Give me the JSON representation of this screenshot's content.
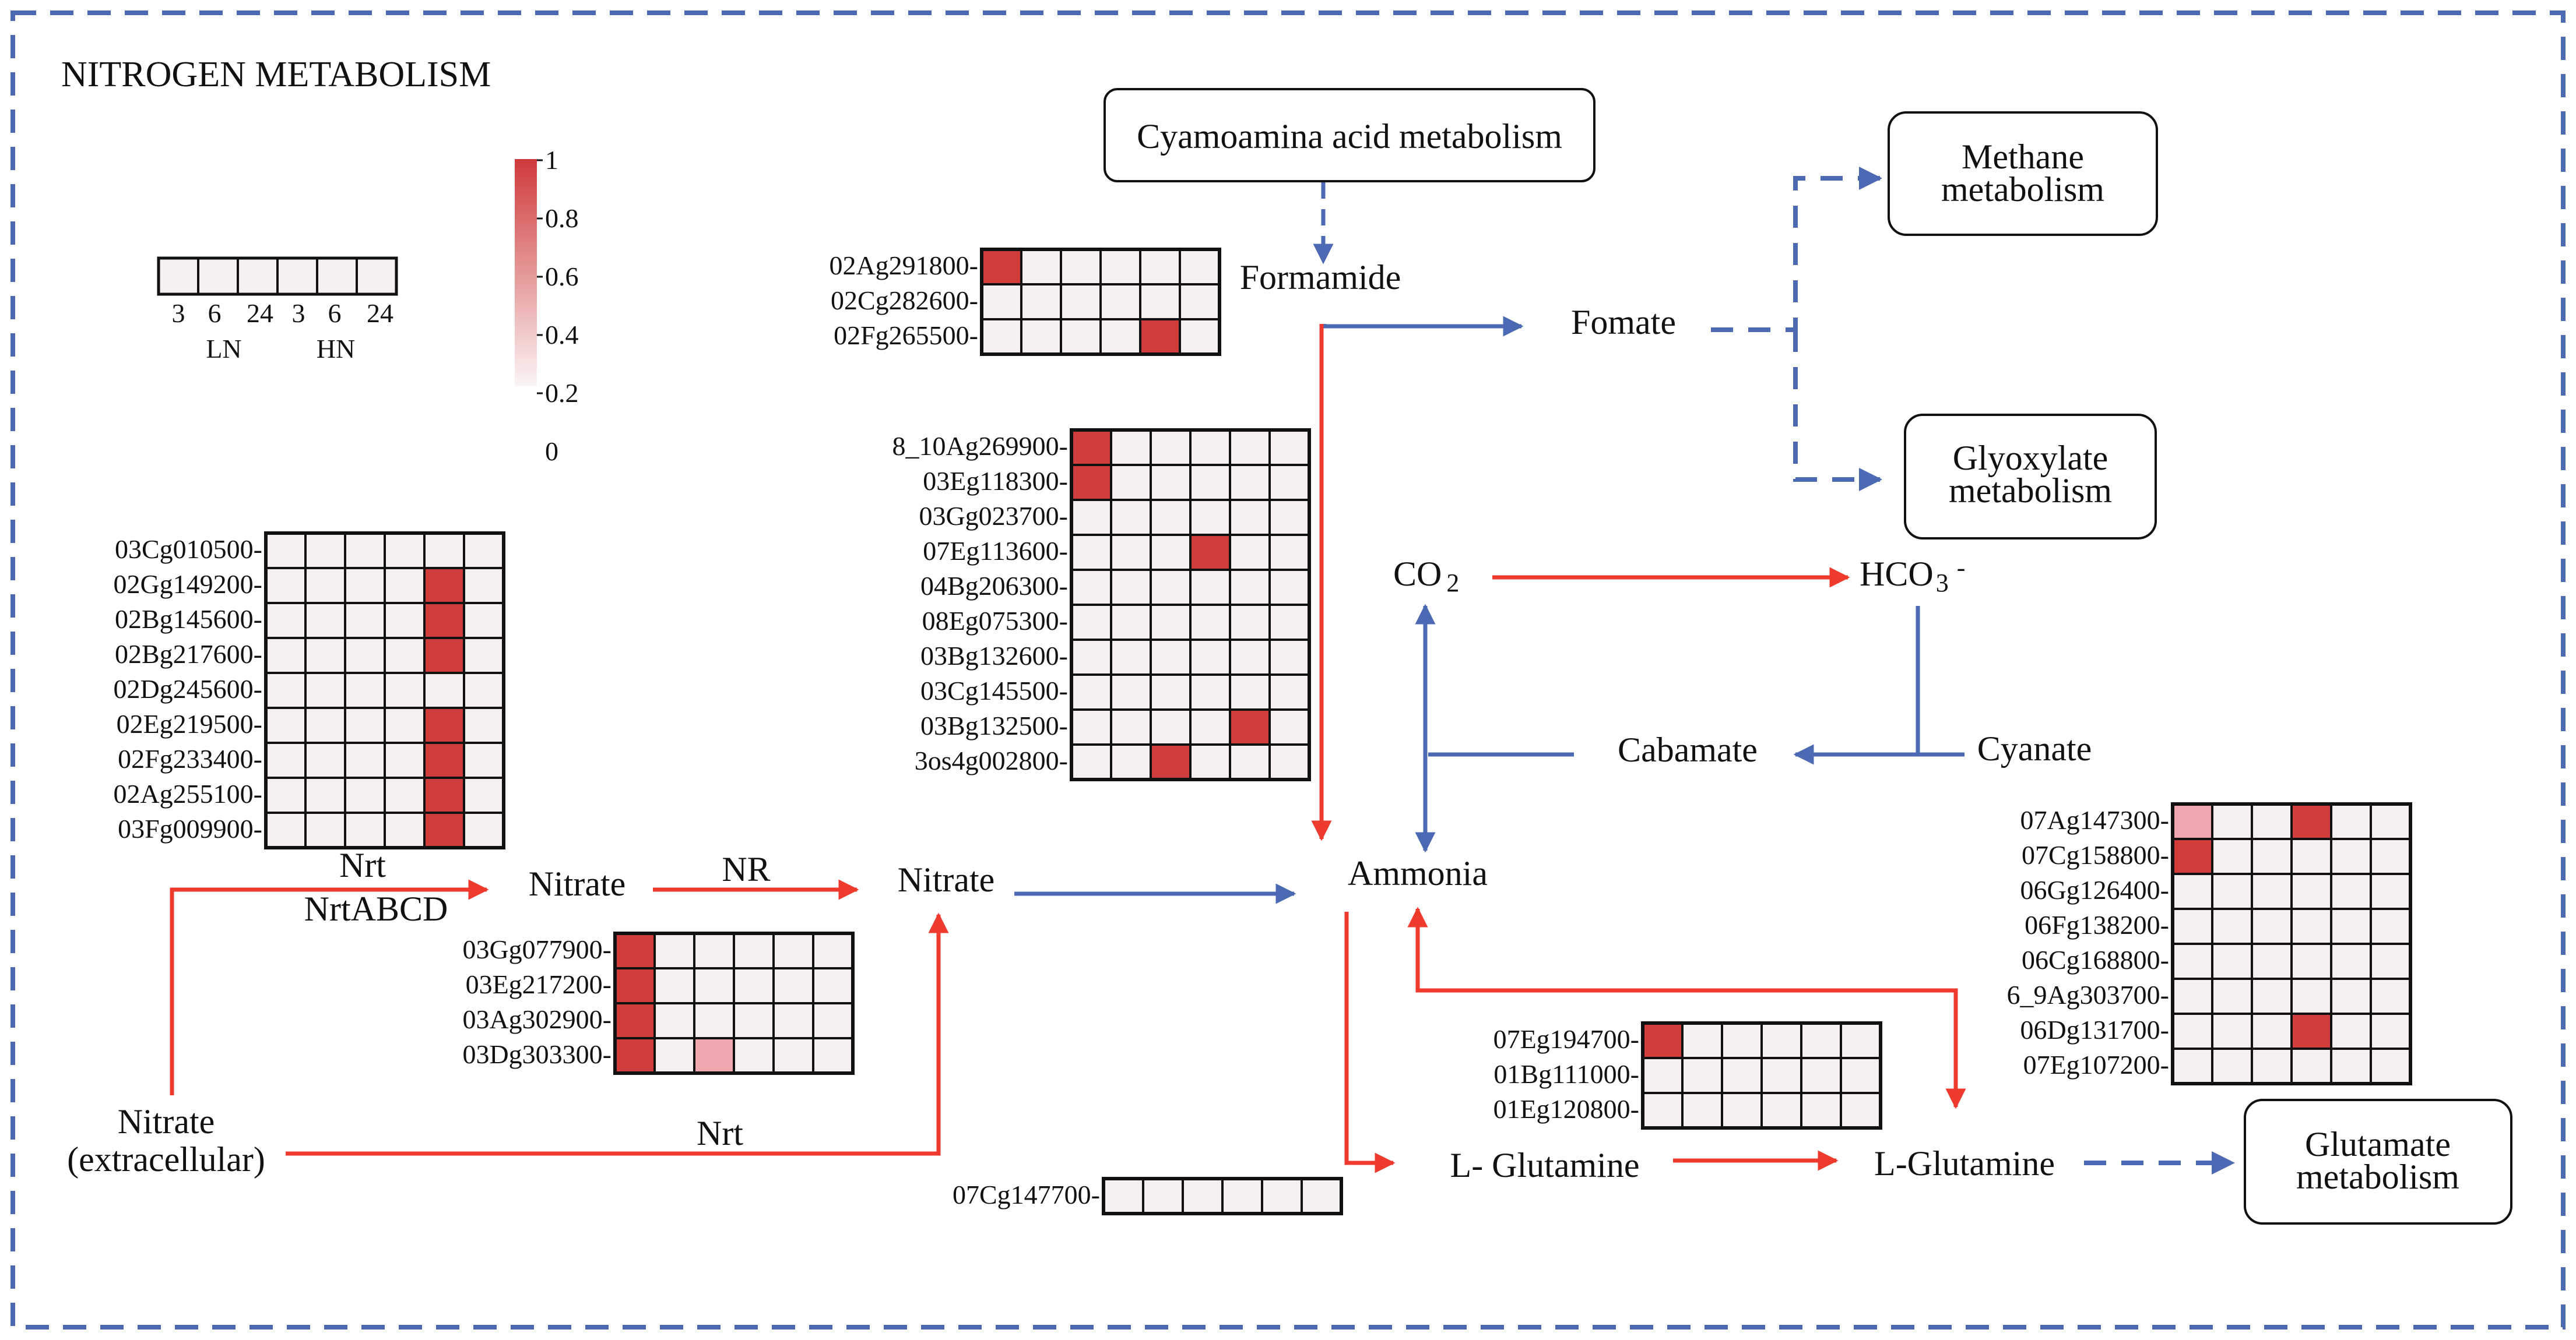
{
  "title": "NITROGEN METABOLISM",
  "legend": {
    "time_points": [
      "3",
      "6",
      "24",
      "3",
      "6",
      "24"
    ],
    "groups": [
      "LN",
      "HN"
    ],
    "scale_labels": [
      "1",
      "0.8",
      "0.6",
      "0.4",
      "0.2",
      "0"
    ],
    "colors": {
      "high": "#cf3a3a",
      "low": "#f5eeee"
    }
  },
  "colors": {
    "red_arrow": "#ef3a2e",
    "blue_arrow": "#4c6ab3",
    "border": "#4c6ab3",
    "cell_high": "#d13c3c",
    "cell_mid": "#f0a8ae",
    "cell_empty": "#f6efef"
  },
  "nodes": {
    "cyamoamina": "Cyamoamina acid metabolism",
    "formamide": "Formamide",
    "fomate": "Fomate",
    "methane_1": "Methane",
    "methane_2": "metabolism",
    "glyoxylate_1": "Glyoxylate",
    "glyoxylate_2": "metabolism",
    "co2": "CO",
    "co2_sub": "2",
    "hco3": "HCO",
    "hco3_sub": "3",
    "hco3_sup": "-",
    "cabamate": "Cabamate",
    "cyanate": "Cyanate",
    "ammonia": "Ammonia",
    "nitrate_mid": "Nitrate",
    "nitrate_left": "Nitrate",
    "nr": "NR",
    "nrt_top": "Nrt",
    "nrtabcd": "NrtABCD",
    "nitrate_ext_1": "Nitrate",
    "nitrate_ext_2": "(extracellular)",
    "nrt_bottom": "Nrt",
    "lglut1": "L- Glutamine",
    "lglut2": "L-Glutamine",
    "glutamate_1": "Glutamate",
    "glutamate_2": "metabolism"
  },
  "heatmaps": [
    {
      "id": "hm-formamide",
      "genes": [
        "02Ag291800",
        "02Cg282600",
        "02Fg265500"
      ],
      "values": [
        [
          1,
          0,
          0,
          0,
          0,
          0
        ],
        [
          0,
          0,
          0,
          0,
          0,
          0
        ],
        [
          0,
          0,
          0,
          0,
          1,
          0
        ]
      ]
    },
    {
      "id": "hm-ammonia",
      "genes": [
        "8_10Ag269900",
        "03Eg118300",
        "03Gg023700",
        "07Eg113600",
        "04Bg206300",
        "08Eg075300",
        "03Bg132600",
        "03Cg145500",
        "03Bg132500",
        "3os4g002800"
      ],
      "values": [
        [
          1,
          0,
          0,
          0,
          0,
          0
        ],
        [
          1,
          0,
          0,
          0,
          0,
          0
        ],
        [
          0,
          0,
          0,
          0,
          0,
          0
        ],
        [
          0,
          0,
          0,
          1,
          0,
          0
        ],
        [
          0,
          0,
          0,
          0,
          0,
          0
        ],
        [
          0,
          0,
          0,
          0,
          0,
          0
        ],
        [
          0,
          0,
          0,
          0,
          0,
          0
        ],
        [
          0,
          0,
          0,
          0,
          0,
          0
        ],
        [
          0,
          0,
          0,
          0,
          1,
          0
        ],
        [
          0,
          0,
          1,
          0,
          0,
          0
        ]
      ]
    },
    {
      "id": "hm-nrt",
      "genes": [
        "03Cg010500",
        "02Gg149200",
        "02Bg145600",
        "02Bg217600",
        "02Dg245600",
        "02Eg219500",
        "02Fg233400",
        "02Ag255100",
        "03Fg009900"
      ],
      "values": [
        [
          0,
          0,
          0,
          0,
          0,
          0
        ],
        [
          0,
          0,
          0,
          0,
          1,
          0
        ],
        [
          0,
          0,
          0,
          0,
          1,
          0
        ],
        [
          0,
          0,
          0,
          0,
          1,
          0
        ],
        [
          0,
          0,
          0,
          0,
          0,
          0
        ],
        [
          0,
          0,
          0,
          0,
          1,
          0
        ],
        [
          0,
          0,
          0,
          0,
          1,
          0
        ],
        [
          0,
          0,
          0,
          0,
          1,
          0
        ],
        [
          0,
          0,
          0,
          0,
          1,
          0
        ]
      ]
    },
    {
      "id": "hm-nr",
      "genes": [
        "03Gg077900",
        "03Eg217200",
        "03Ag302900",
        "03Dg303300"
      ],
      "values": [
        [
          1,
          0,
          0,
          0,
          0,
          0
        ],
        [
          1,
          0,
          0,
          0,
          0,
          0
        ],
        [
          1,
          0,
          0,
          0,
          0,
          0
        ],
        [
          1,
          0,
          0.5,
          0,
          0,
          0
        ]
      ]
    },
    {
      "id": "hm-glut-right",
      "genes": [
        "07Ag147300",
        "07Cg158800",
        "06Gg126400",
        "06Fg138200",
        "06Cg168800",
        "6_9Ag303700",
        "06Dg131700",
        "07Eg107200"
      ],
      "values": [
        [
          0.5,
          0,
          0,
          1,
          0,
          0
        ],
        [
          1,
          0,
          0,
          0,
          0,
          0
        ],
        [
          0,
          0,
          0,
          0,
          0,
          0
        ],
        [
          0,
          0,
          0,
          0,
          0,
          0
        ],
        [
          0,
          0,
          0,
          0,
          0,
          0
        ],
        [
          0,
          0,
          0,
          0,
          0,
          0
        ],
        [
          0,
          0,
          0,
          1,
          0,
          0
        ],
        [
          0,
          0,
          0,
          0,
          0,
          0
        ]
      ]
    },
    {
      "id": "hm-glut-mid",
      "genes": [
        "07Eg194700",
        "01Bg111000",
        "01Eg120800"
      ],
      "values": [
        [
          1,
          0,
          0,
          0,
          0,
          0
        ],
        [
          0,
          0,
          0,
          0,
          0,
          0
        ],
        [
          0,
          0,
          0,
          0,
          0,
          0
        ]
      ]
    },
    {
      "id": "hm-single",
      "genes": [
        "07Cg147700"
      ],
      "values": [
        [
          0,
          0,
          0,
          0,
          0,
          0
        ]
      ]
    }
  ]
}
